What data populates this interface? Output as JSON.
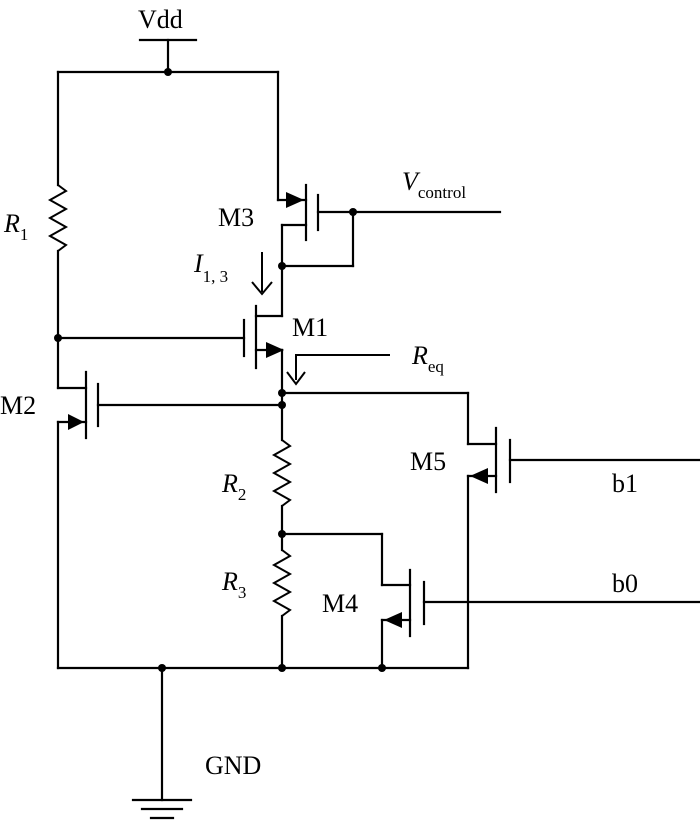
{
  "labels": {
    "vdd": "Vdd",
    "gnd": "GND",
    "v_control": {
      "main": "V",
      "sub": "control"
    },
    "r1": {
      "main": "R",
      "sub": "1"
    },
    "r2": {
      "main": "R",
      "sub": "2"
    },
    "r3": {
      "main": "R",
      "sub": "3"
    },
    "i13": {
      "main": "I",
      "sub": "1, 3"
    },
    "req": {
      "main": "R",
      "sub": "eq"
    },
    "m1": "M1",
    "m2": "M2",
    "m3": "M3",
    "m4": "M4",
    "m5": "M5",
    "b0": "b0",
    "b1": "b1"
  }
}
